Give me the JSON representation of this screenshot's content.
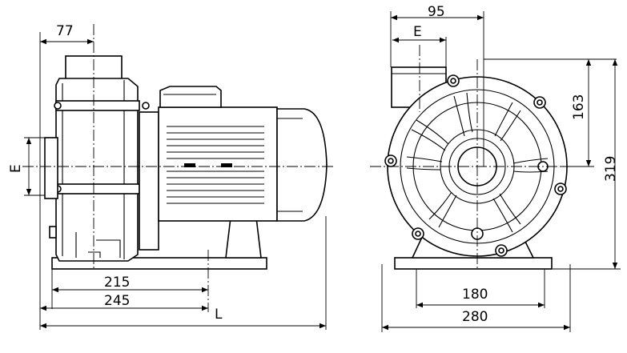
{
  "dimensions": {
    "side_top_width": "77",
    "side_E": "E",
    "side_215": "215",
    "side_245": "245",
    "side_L": "L",
    "front_95": "95",
    "front_E": "E",
    "front_163": "163",
    "front_319": "319",
    "front_180": "180",
    "front_280": "280"
  }
}
